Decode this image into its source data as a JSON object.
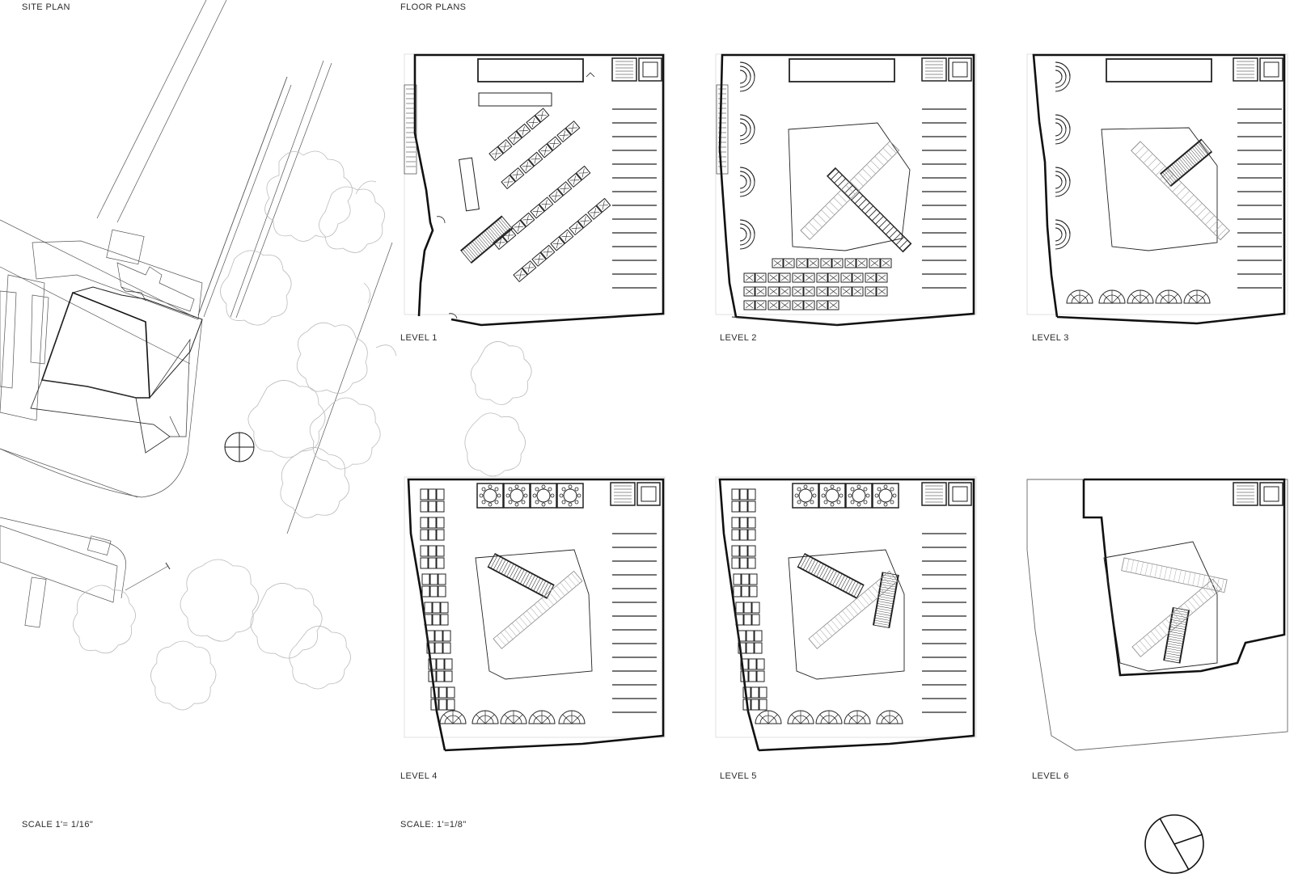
{
  "sheet": {
    "site_plan_title": "SITE PLAN",
    "floor_plans_title": "FLOOR PLANS",
    "site_scale": "SCALE 1'= 1/16\"",
    "floor_scale": "SCALE: 1'=1/8\""
  },
  "levels": [
    {
      "label": "LEVEL 1"
    },
    {
      "label": "LEVEL 2"
    },
    {
      "label": "LEVEL 3"
    },
    {
      "label": "LEVEL 4"
    },
    {
      "label": "LEVEL 5"
    },
    {
      "label": "LEVEL 6"
    }
  ],
  "symbols": {
    "site_north_arrow": "north-arrow-icon",
    "sheet_north_arrow": "north-arrow-icon"
  }
}
